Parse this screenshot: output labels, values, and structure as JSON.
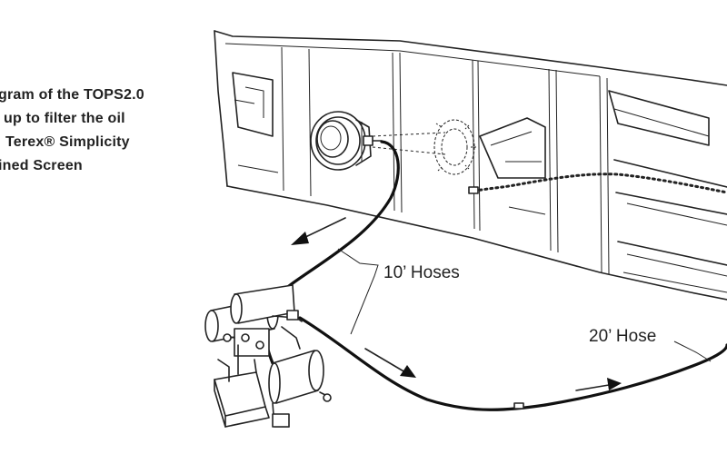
{
  "caption": {
    "lines": [
      "gram of the TOPS2.0",
      "up to filter the oil",
      "Terex® Simplicity",
      "ined Screen"
    ]
  },
  "labels": {
    "hoses_10": "10’ Hoses",
    "hose_20": "20’ Hose"
  },
  "colors": {
    "ink": "#222222",
    "background": "#ffffff"
  }
}
